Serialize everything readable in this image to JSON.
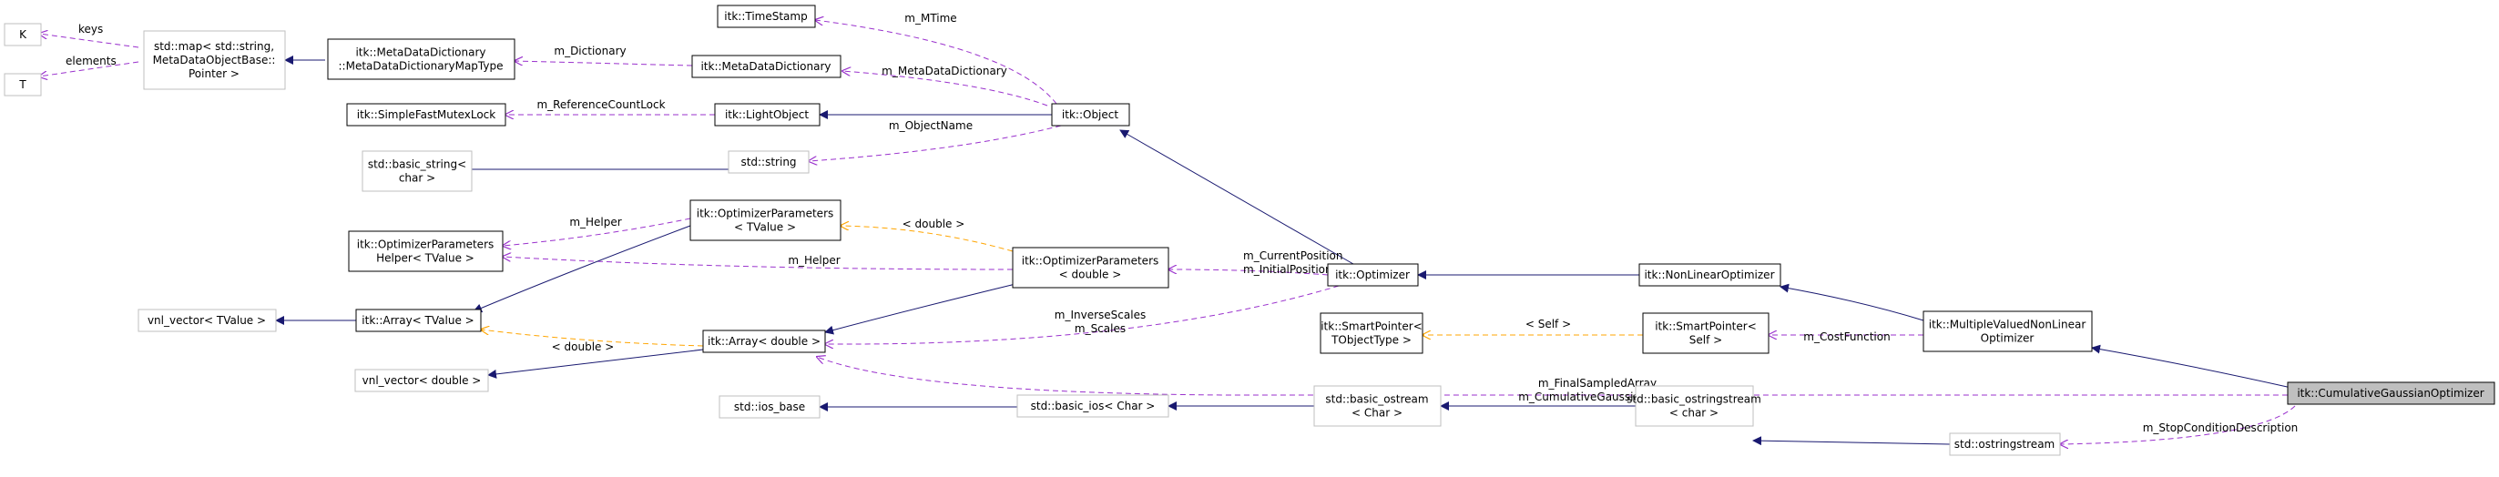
{
  "diagram_title": "itk::CumulativeGaussianOptimizer collaboration graph",
  "colors": {
    "inheritance": "#191970",
    "usage": "#9a32cd",
    "template": "#ffa500",
    "node_border_normal": "#000000",
    "node_border_gray": "#bfbfbf",
    "highlight_fill": "#bfbfbf"
  },
  "nodes": {
    "K": [
      "K"
    ],
    "T": [
      "T"
    ],
    "std_map": [
      "std::map< std::string,",
      "MetaDataObjectBase::",
      "Pointer >"
    ],
    "mdd_map_type": [
      "itk::MetaDataDictionary",
      "::MetaDataDictionaryMapType"
    ],
    "time_stamp": [
      "itk::TimeStamp"
    ],
    "meta_data_dictionary": [
      "itk::MetaDataDictionary"
    ],
    "simple_fast_mutex_lock": [
      "itk::SimpleFastMutexLock"
    ],
    "light_object": [
      "itk::LightObject"
    ],
    "object": [
      "itk::Object"
    ],
    "basic_string_char": [
      "std::basic_string<",
      "char >"
    ],
    "std_string": [
      "std::string"
    ],
    "optimizer_params_tvalue": [
      "itk::OptimizerParameters",
      "< TValue >"
    ],
    "optimizer_params_helper": [
      "itk::OptimizerParameters",
      "Helper< TValue >"
    ],
    "optimizer_params_double": [
      "itk::OptimizerParameters",
      "< double >"
    ],
    "optimizer": [
      "itk::Optimizer"
    ],
    "nonlinear_optimizer": [
      "itk::NonLinearOptimizer"
    ],
    "multiple_valued_nonlinear": [
      "itk::MultipleValuedNonLinear",
      "Optimizer"
    ],
    "vnl_vector_tvalue": [
      "vnl_vector< TValue >"
    ],
    "array_tvalue": [
      "itk::Array< TValue >"
    ],
    "array_double": [
      "itk::Array< double >"
    ],
    "vnl_vector_double": [
      "vnl_vector< double >"
    ],
    "smart_pointer_tobject": [
      "itk::SmartPointer<",
      "TObjectType >"
    ],
    "smart_pointer_self": [
      "itk::SmartPointer<",
      "Self >"
    ],
    "cumulative_gaussian": [
      "itk::CumulativeGaussianOptimizer"
    ],
    "ios_base": [
      "std::ios_base"
    ],
    "basic_ios": [
      "std::basic_ios< Char >"
    ],
    "basic_ostream": [
      "std::basic_ostream",
      "< Char >"
    ],
    "basic_ostringstream": [
      "std::basic_ostringstream",
      "< char >"
    ],
    "ostringstream": [
      "std::ostringstream"
    ]
  },
  "edge_labels": {
    "keys": [
      "keys"
    ],
    "elements": [
      "elements"
    ],
    "m_dictionary": [
      "m_Dictionary"
    ],
    "m_mtime": [
      "m_MTime"
    ],
    "m_metadatadictionary": [
      "m_MetaDataDictionary"
    ],
    "m_referencecountlock": [
      "m_ReferenceCountLock"
    ],
    "m_objectname": [
      "m_ObjectName"
    ],
    "m_helper_1": [
      "m_Helper"
    ],
    "m_helper_2": [
      "m_Helper"
    ],
    "double_params": [
      "< double >"
    ],
    "current_initial": [
      "m_CurrentPosition",
      "m_InitialPosition"
    ],
    "inverse_scales": [
      "m_InverseScales",
      "m_Scales"
    ],
    "double_array": [
      "< double >"
    ],
    "self_tmpl": [
      "< Self >"
    ],
    "m_costfunction": [
      "m_CostFunction"
    ],
    "final_cumulative": [
      "m_FinalSampledArray",
      "m_CumulativeGaussianArray"
    ],
    "stop_condition": [
      "m_StopConditionDescription"
    ]
  }
}
